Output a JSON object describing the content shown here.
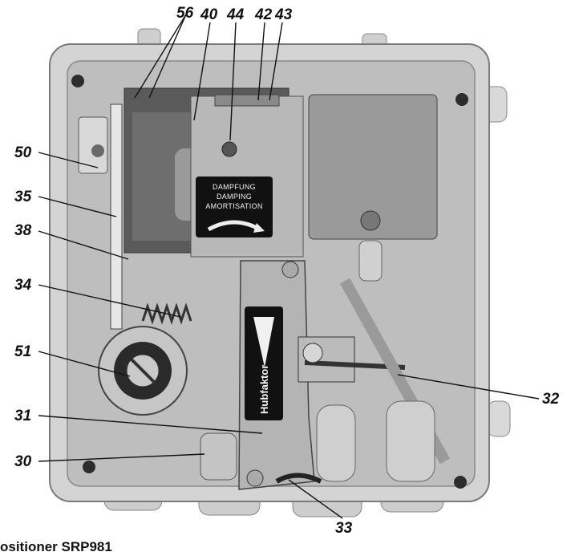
{
  "callouts": {
    "c56": "56",
    "c40": "40",
    "c44": "44",
    "c42": "42",
    "c43": "43",
    "c50": "50",
    "c35": "35",
    "c38": "38",
    "c34": "34",
    "c51": "51",
    "c31": "31",
    "c30": "30",
    "c32": "32",
    "c33": "33"
  },
  "damping_plate": {
    "line1": "DAMPFUNG",
    "line2": "DAMPING",
    "line3": "AMORTISATION"
  },
  "lever_label": "Hubfaktor",
  "caption": "ositioner SRP981",
  "colors": {
    "housing": "#d3d3d3",
    "housing_inner": "#bdbdbd",
    "dark_part": "#3a3a3a",
    "metal": "#a8a8a8",
    "label_text": "#111111"
  }
}
